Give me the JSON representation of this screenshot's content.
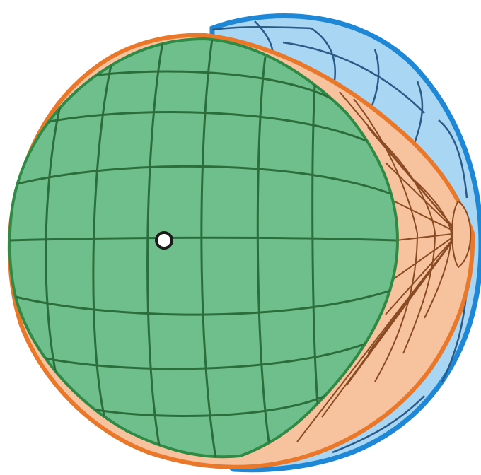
{
  "diagram": {
    "layers": [
      {
        "name": "outer-shell",
        "fill": "#a9d6f2",
        "stroke": "#1e88d6"
      },
      {
        "name": "middle-shell",
        "fill": "#f6c39e",
        "stroke": "#e9782a"
      },
      {
        "name": "inner-body",
        "fill": "#6fbf8c",
        "stroke": "#2f8a45"
      }
    ],
    "grid": {
      "inner_stroke": "#2c6e3b",
      "outer_stroke": "#8a4b22",
      "blue_stroke": "#2a5a88"
    },
    "center_point": {
      "fill": "#ffffff",
      "stroke": "#1a1a1a"
    }
  }
}
